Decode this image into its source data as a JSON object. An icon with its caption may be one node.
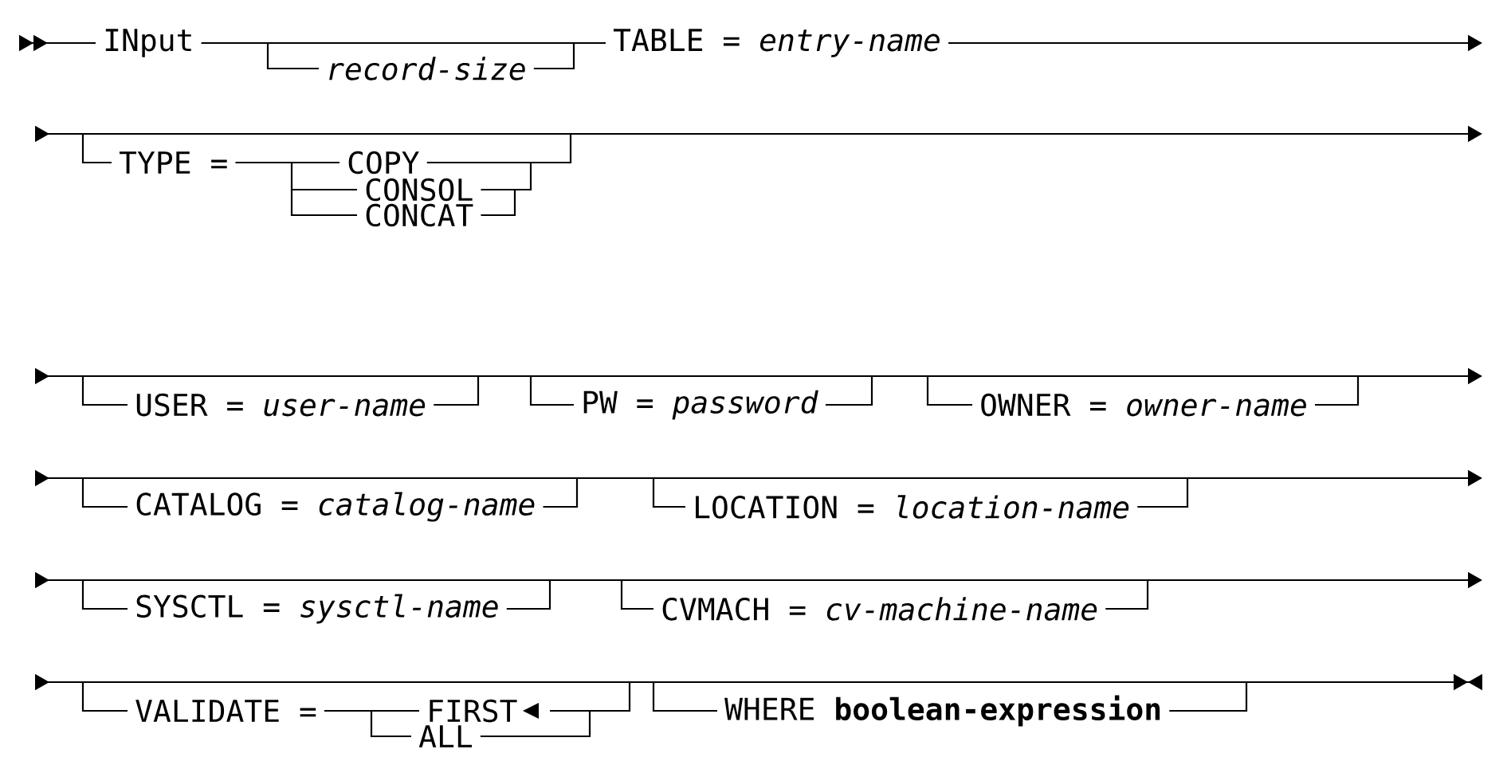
{
  "diagram": {
    "labels": [
      "INput",
      "record-size",
      "TABLE = *entry-name*",
      "TYPE =",
      "COPY",
      "CONSOL",
      "CONCAT",
      "USER = *user-name*",
      "PW = *password*",
      "OWNER = *owner-name*",
      "CATALOG = *catalog-name*",
      "LOCATION = *location-name*",
      "SYSCTL = *sysctl-name*",
      "CVMACH = *cv-machine-name*",
      "VALIDATE =",
      "FIRST",
      "ALL",
      "WHERE **boolean-expression**"
    ]
  }
}
